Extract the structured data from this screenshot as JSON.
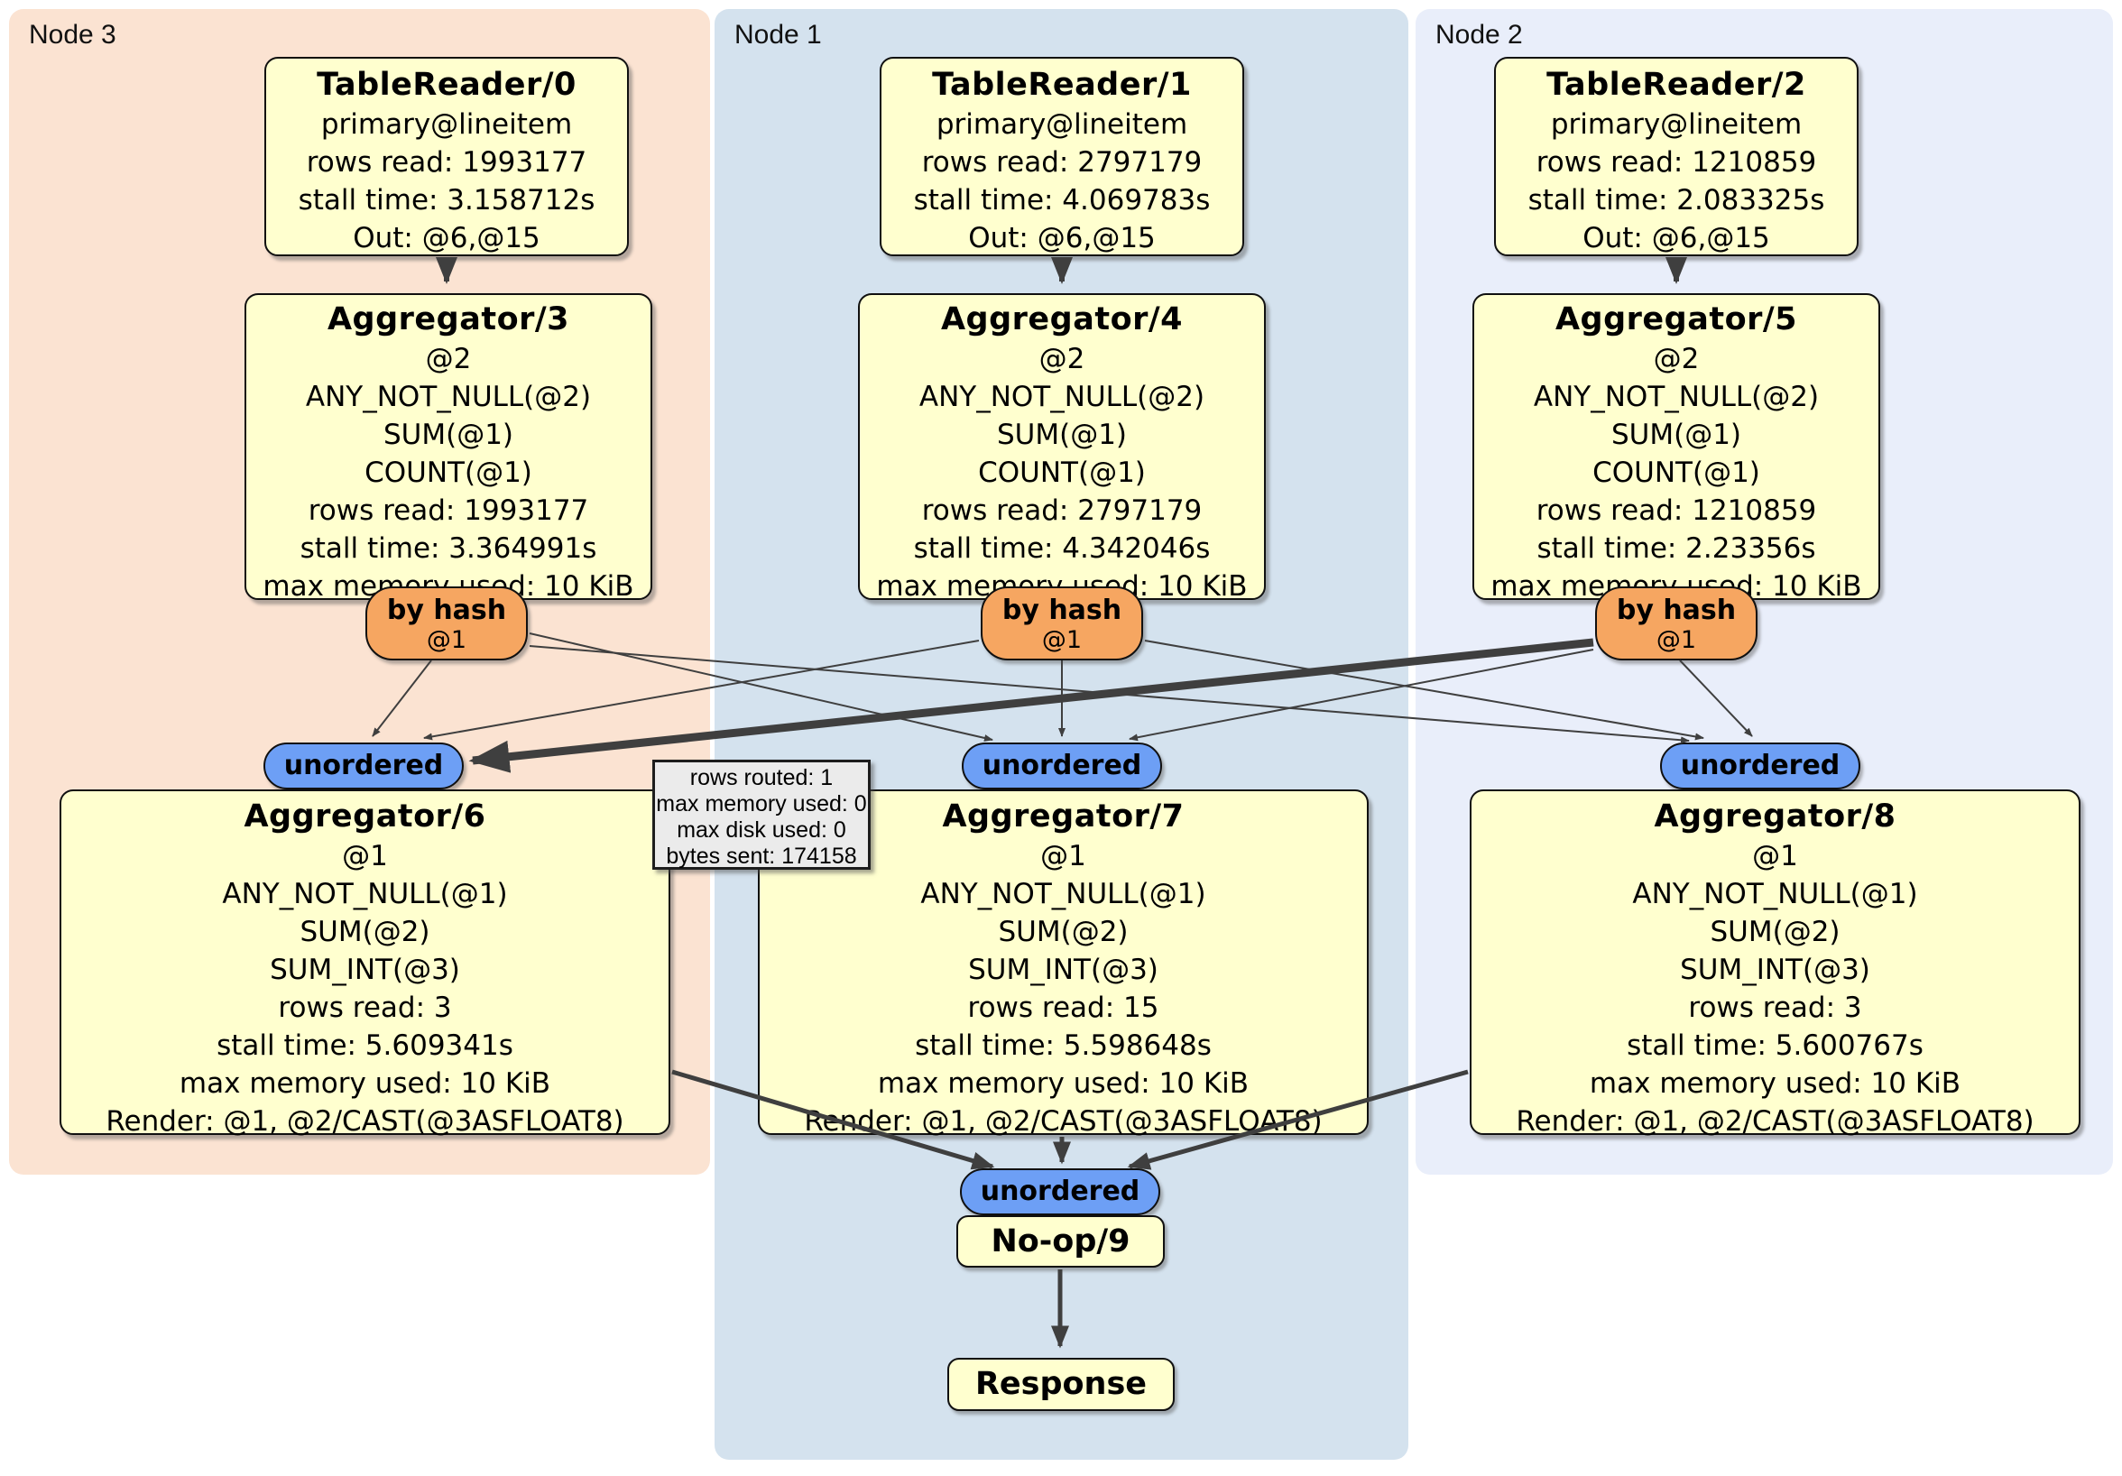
{
  "regions": {
    "node3": {
      "label": "Node 3"
    },
    "node1": {
      "label": "Node 1"
    },
    "node2": {
      "label": "Node 2"
    }
  },
  "boxes": {
    "tr0": {
      "title": "TableReader/0",
      "lines": [
        "primary@lineitem",
        "rows read: 1993177",
        "stall time: 3.158712s",
        "Out: @6,@15"
      ]
    },
    "tr1": {
      "title": "TableReader/1",
      "lines": [
        "primary@lineitem",
        "rows read: 2797179",
        "stall time: 4.069783s",
        "Out: @6,@15"
      ]
    },
    "tr2": {
      "title": "TableReader/2",
      "lines": [
        "primary@lineitem",
        "rows read: 1210859",
        "stall time: 2.083325s",
        "Out: @6,@15"
      ]
    },
    "agg3": {
      "title": "Aggregator/3",
      "lines": [
        "@2",
        "ANY_NOT_NULL(@2)",
        "SUM(@1)",
        "COUNT(@1)",
        "rows read: 1993177",
        "stall time: 3.364991s",
        "max memory used: 10 KiB"
      ]
    },
    "agg4": {
      "title": "Aggregator/4",
      "lines": [
        "@2",
        "ANY_NOT_NULL(@2)",
        "SUM(@1)",
        "COUNT(@1)",
        "rows read: 2797179",
        "stall time: 4.342046s",
        "max memory used: 10 KiB"
      ]
    },
    "agg5": {
      "title": "Aggregator/5",
      "lines": [
        "@2",
        "ANY_NOT_NULL(@2)",
        "SUM(@1)",
        "COUNT(@1)",
        "rows read: 1210859",
        "stall time: 2.23356s",
        "max memory used: 10 KiB"
      ]
    },
    "agg6": {
      "title": "Aggregator/6",
      "lines": [
        "@1",
        "ANY_NOT_NULL(@1)",
        "SUM(@2)",
        "SUM_INT(@3)",
        "rows read: 3",
        "stall time: 5.609341s",
        "max memory used: 10 KiB",
        "Render: @1, @2/CAST(@3ASFLOAT8)"
      ]
    },
    "agg7": {
      "title": "Aggregator/7",
      "lines": [
        "@1",
        "ANY_NOT_NULL(@1)",
        "SUM(@2)",
        "SUM_INT(@3)",
        "rows read: 15",
        "stall time: 5.598648s",
        "max memory used: 10 KiB",
        "Render: @1, @2/CAST(@3ASFLOAT8)"
      ]
    },
    "agg8": {
      "title": "Aggregator/8",
      "lines": [
        "@1",
        "ANY_NOT_NULL(@1)",
        "SUM(@2)",
        "SUM_INT(@3)",
        "rows read: 3",
        "stall time: 5.600767s",
        "max memory used: 10 KiB",
        "Render: @1, @2/CAST(@3ASFLOAT8)"
      ]
    },
    "noop": {
      "title": "No-op/9"
    },
    "response": {
      "title": "Response"
    }
  },
  "router": {
    "label": "by hash",
    "key": "@1"
  },
  "sync_label": "unordered",
  "tooltip": {
    "lines": [
      "rows routed: 1",
      "max memory used: 0",
      "max disk used: 0",
      "bytes sent: 174158"
    ]
  },
  "colors": {
    "node3-bg": "#fbe3d2",
    "node1-bg": "#d4e2ee",
    "node2-bg": "#e9eefa",
    "node-box": "#ffffcf",
    "router": "#f6a661",
    "sync": "#6d9ff5",
    "edge": "#3f3f3f",
    "tooltip-bg": "#ebebeb"
  }
}
